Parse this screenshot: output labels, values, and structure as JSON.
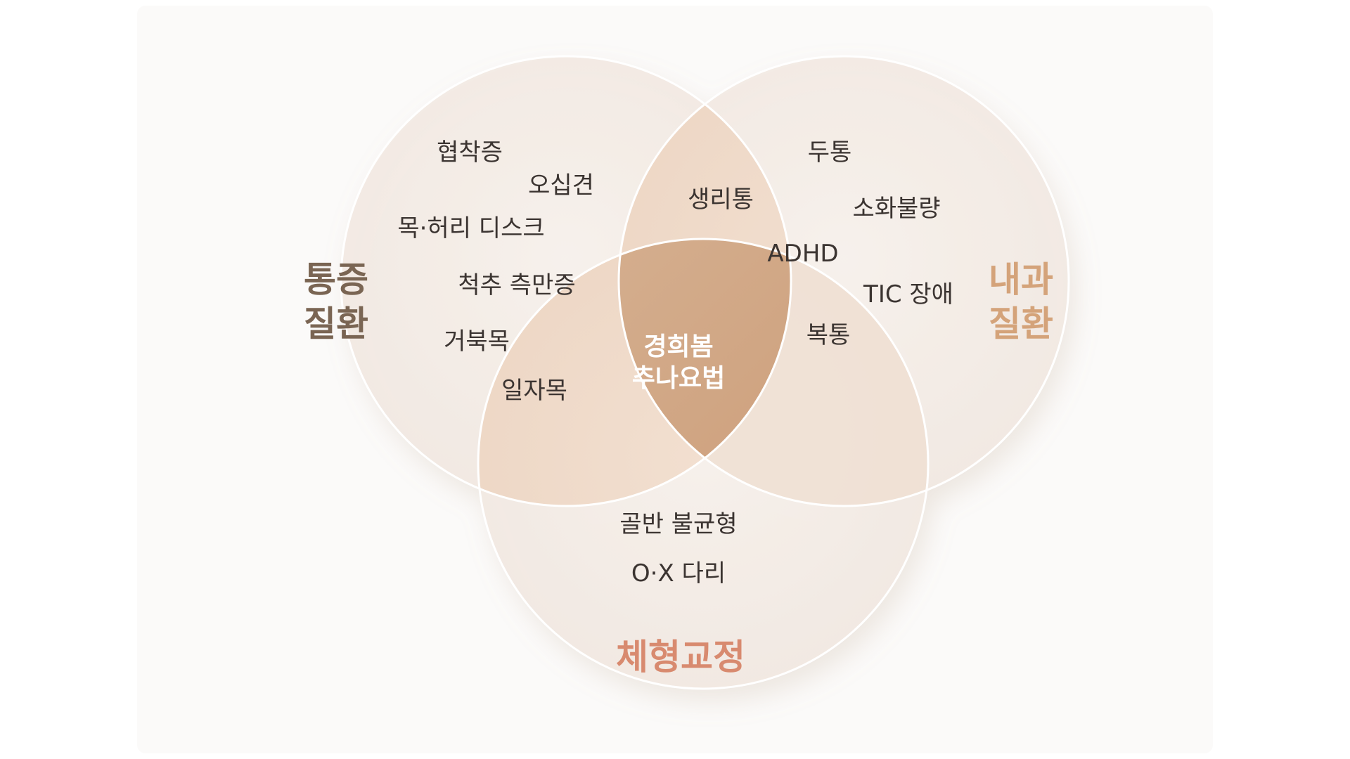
{
  "colors": {
    "background": "#fbfaf9",
    "circle_fill": "#f4ede8",
    "circle_stroke": "#ffffff",
    "pain_label": "#7a6553",
    "internal_label": "#d4a37a",
    "posture_label": "#d88a6f",
    "item_text": "#3b3431",
    "center_text": "#ffffff"
  },
  "categories": {
    "pain": {
      "line1": "통증",
      "line2": "질환"
    },
    "internal": {
      "line1": "내과",
      "line2": "질환"
    },
    "posture": {
      "line1": "체형교정"
    }
  },
  "center": {
    "line1": "경희봄",
    "line2": "추나요법"
  },
  "items": {
    "pain_only": [
      "협착증",
      "오십견",
      "목·허리 디스크",
      "척추 측만증",
      "거북목"
    ],
    "internal_only": [
      "두통",
      "소화불량",
      "ADHD",
      "TIC 장애"
    ],
    "pain_internal": [
      "생리통"
    ],
    "pain_posture": [
      "일자목"
    ],
    "internal_posture": [
      "복통"
    ],
    "posture_only": [
      "골반 불균형",
      "O·X 다리"
    ]
  }
}
